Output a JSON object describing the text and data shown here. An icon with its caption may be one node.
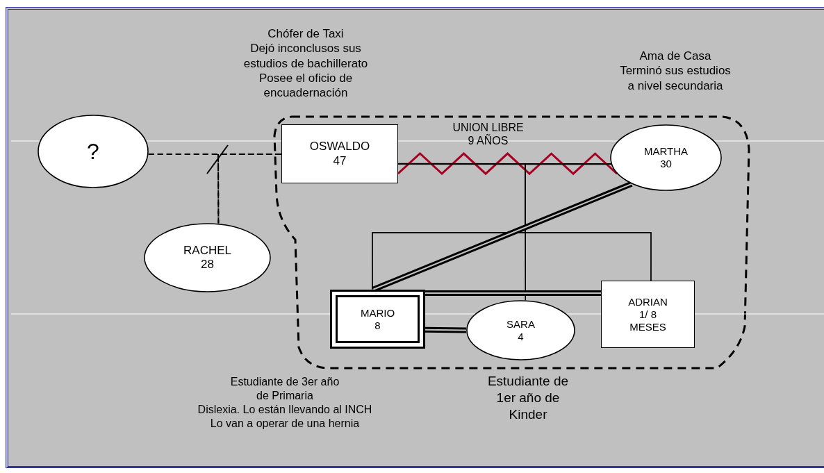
{
  "diagram": {
    "nodes": [
      {
        "text": [
          "?"
        ]
      },
      {
        "text": [
          "OSWALDO",
          "47"
        ],
        "beside": [
          "Chófer de Taxi",
          "Dejó inconclusos sus estudios de bachillerato",
          "Posee el oficio de encuadernación"
        ]
      },
      {
        "text": [
          "MARTHA",
          "30"
        ],
        "beside": [
          "Ama de Casa",
          "Terminó sus estudios a nivel secundaria"
        ]
      },
      {
        "text": [
          "RACHEL",
          "28"
        ]
      },
      {
        "text": [
          "MARIO",
          "8"
        ],
        "beside": [
          "Estudiante de 3er año",
          "de Primaria",
          "Dislexia. Lo están llevando al INCH",
          "Lo van a operar de una hernia"
        ]
      },
      {
        "text": [
          "SARA",
          "4"
        ],
        "beside": [
          "Estudiante de 1er año de Kinder"
        ]
      },
      {
        "text": [
          "ADRIAN",
          "1/ 8",
          "MESES"
        ]
      }
    ],
    "edges": [
      {
        "from": 0,
        "to": 1,
        "arrow": "none",
        "style": "dashed"
      },
      {
        "from": 0,
        "to": 3,
        "arrow": "none",
        "style": "dashed"
      },
      {
        "from": 1,
        "to": 3,
        "arrow": "none",
        "style": "dashed"
      },
      {
        "from": 1,
        "to": 2,
        "arrow": "none"
      },
      {
        "from": 1,
        "to": 2,
        "arrow": "none",
        "color": "#a50021",
        "label": "UNION LIBRE 9 AÑOS"
      },
      {
        "from": 1,
        "to": 4,
        "arrow": "none"
      },
      {
        "from": 1,
        "to": 5,
        "arrow": "none"
      },
      {
        "from": 1,
        "to": 6,
        "arrow": "none"
      },
      {
        "from": 2,
        "to": 4,
        "arrow": "none"
      },
      {
        "from": 2,
        "to": 5,
        "arrow": "none"
      },
      {
        "from": 2,
        "to": 6,
        "arrow": "none"
      },
      {
        "from": 2,
        "to": 4,
        "arrow": "none",
        "style": "thick"
      },
      {
        "from": 4,
        "to": 6,
        "arrow": "none",
        "style": "thick"
      },
      {
        "from": 4,
        "to": 5,
        "arrow": "none",
        "style": "thick"
      }
    ]
  }
}
